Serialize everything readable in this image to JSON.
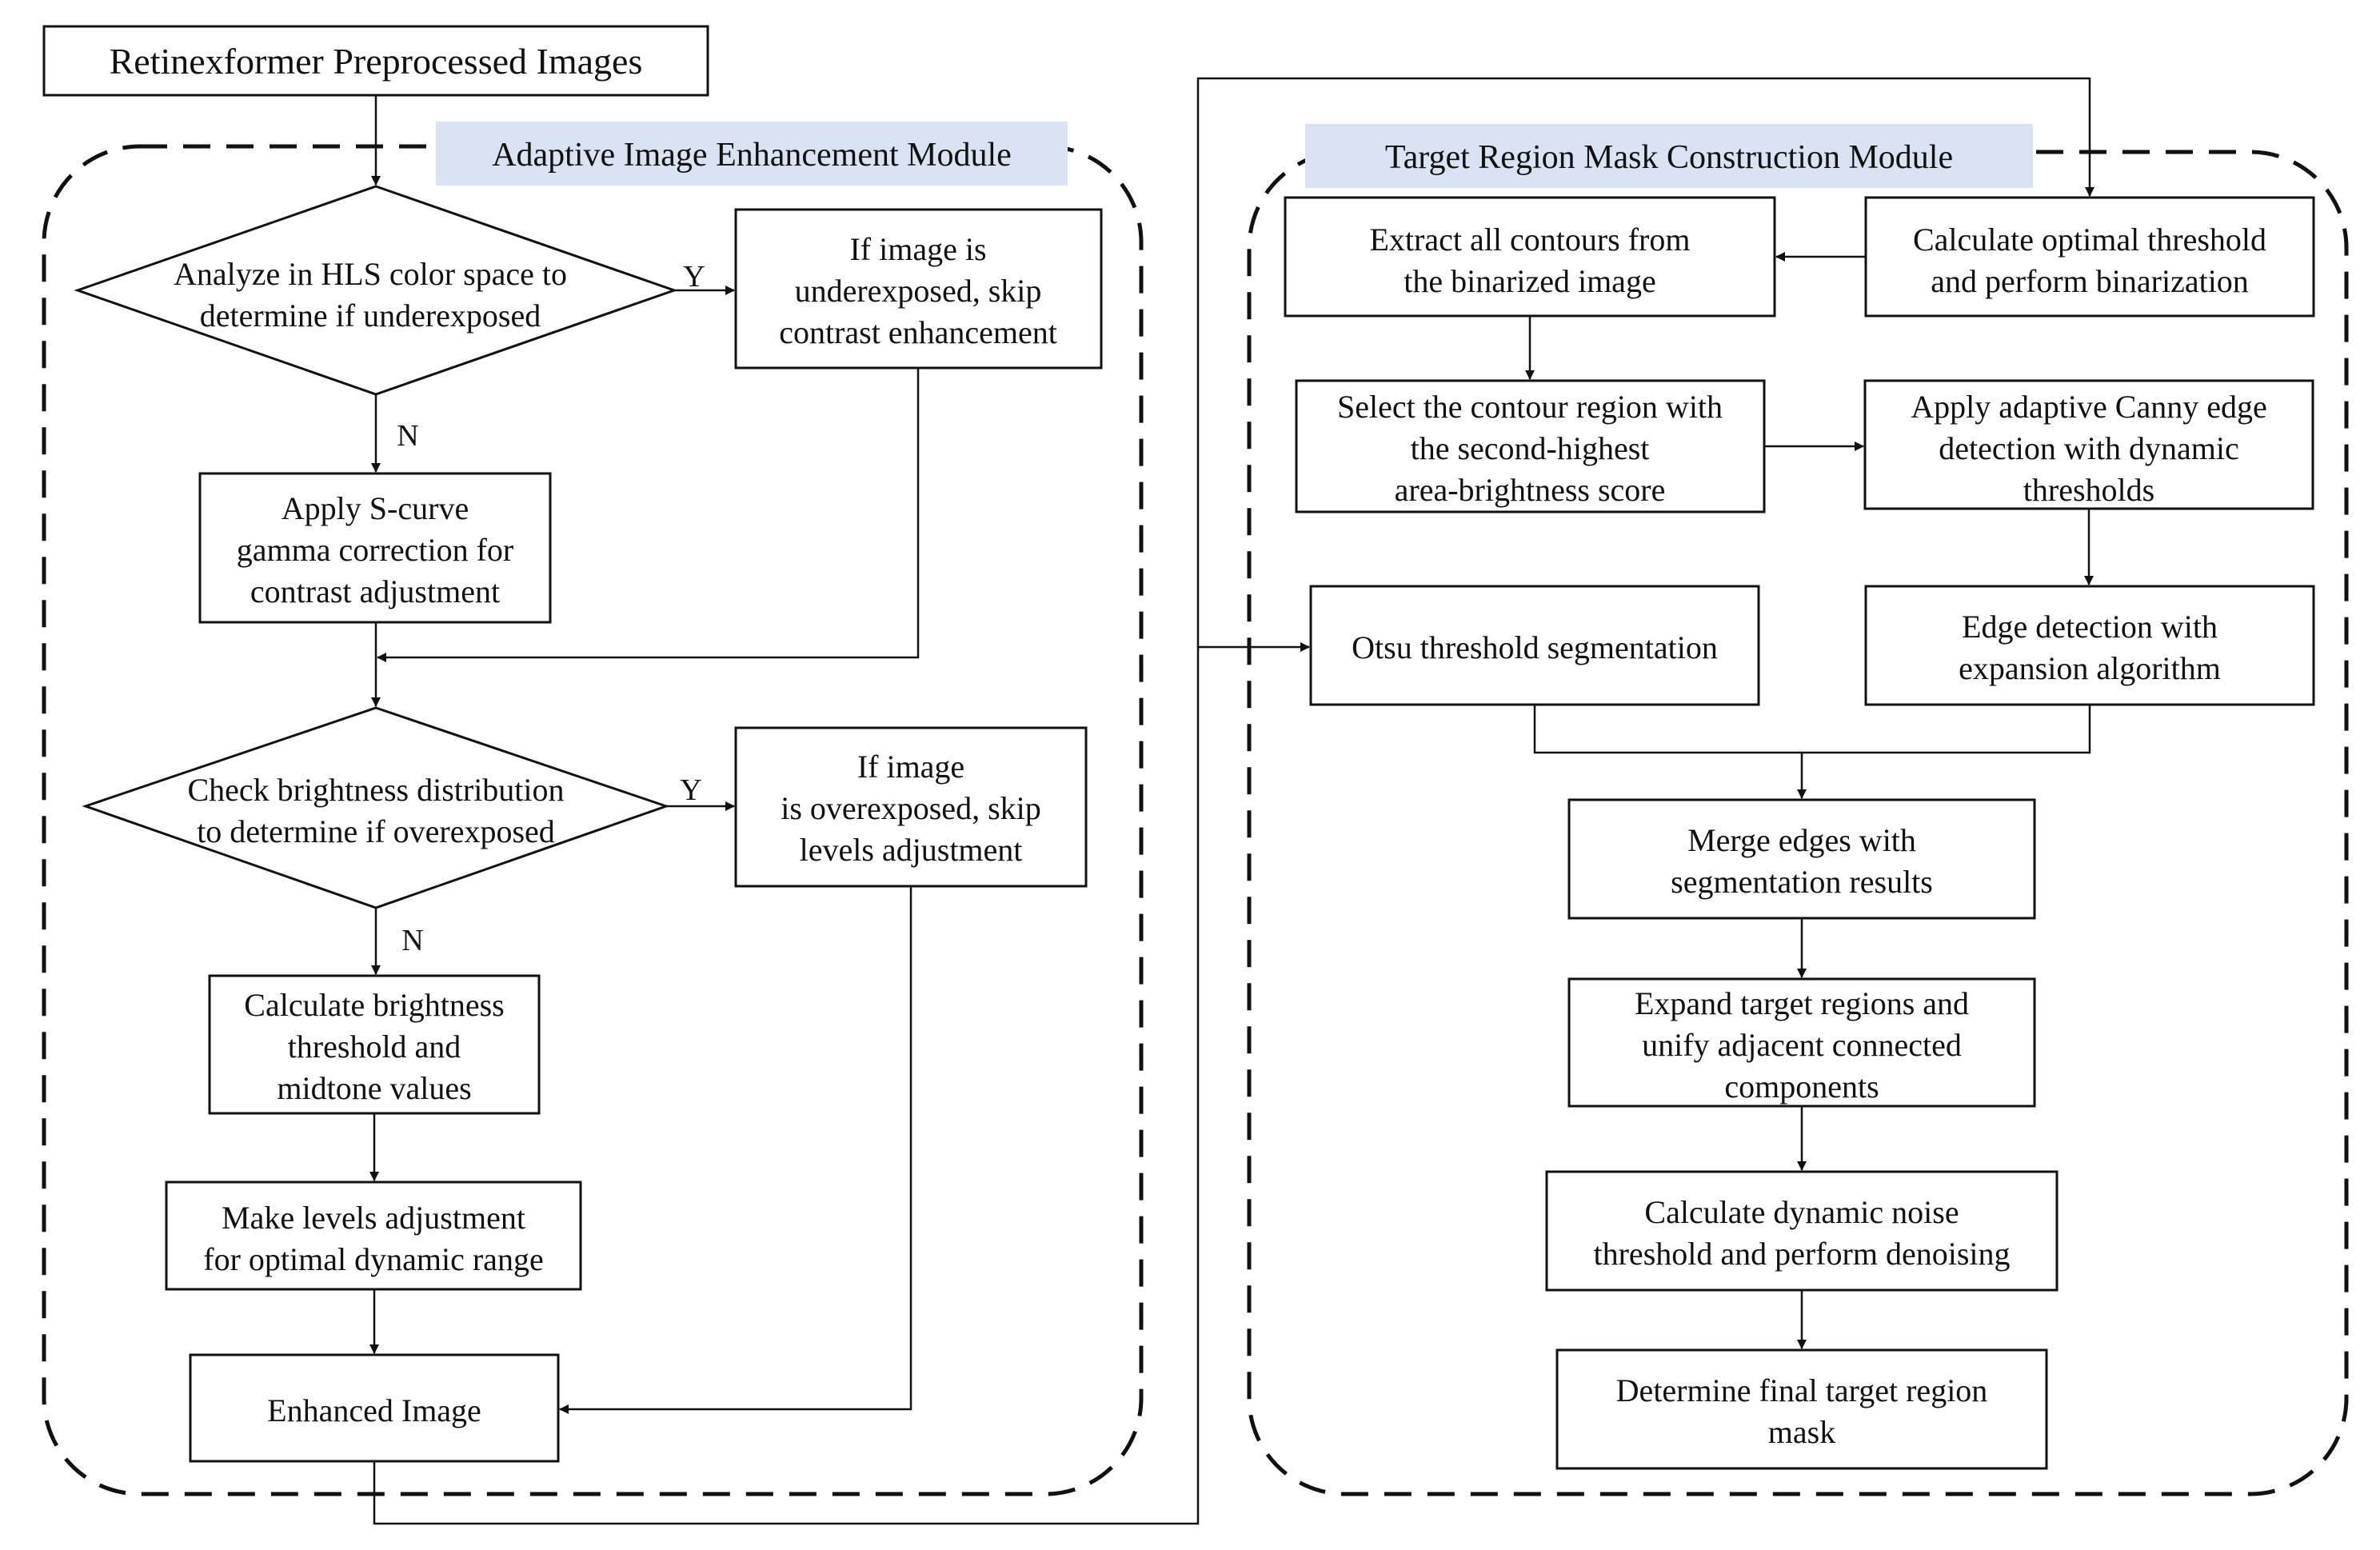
{
  "title": "Retinexformer Preprocessed Images",
  "modules": {
    "left": "Adaptive Image Enhancement Module",
    "right": "Target Region Mask Construction Module"
  },
  "colors": {
    "module_label_bg": "#d9e3f3",
    "stroke": "#111111"
  },
  "left_nodes": {
    "d1": [
      "Analyze in HLS color space to",
      "determine if underexposed"
    ],
    "r1": [
      "If image is",
      "underexposed, skip",
      "contrast enhancement"
    ],
    "p1": [
      "Apply S-curve",
      "gamma correction for",
      "contrast adjustment"
    ],
    "d2": [
      "Check brightness distribution",
      "to determine if overexposed"
    ],
    "r2": [
      "If image",
      "is overexposed, skip",
      "levels adjustment"
    ],
    "p2": [
      "Calculate brightness",
      "threshold and",
      "midtone values"
    ],
    "p3": [
      "Make levels adjustment",
      "for optimal dynamic range"
    ],
    "out": [
      "Enhanced Image"
    ]
  },
  "right_nodes": {
    "extract": [
      "Extract all contours from",
      "the binarized image"
    ],
    "calc_thr": [
      "Calculate optimal threshold",
      "and perform binarization"
    ],
    "select": [
      "Select the contour region with",
      "the second-highest",
      "area-brightness score"
    ],
    "canny": [
      "Apply adaptive Canny edge",
      "detection with dynamic",
      "thresholds"
    ],
    "otsu": [
      "Otsu threshold segmentation"
    ],
    "edge": [
      "Edge detection with",
      "expansion algorithm"
    ],
    "merge": [
      "Merge edges with",
      "segmentation results"
    ],
    "expand": [
      "Expand target regions and",
      "unify adjacent connected",
      "components"
    ],
    "denoise": [
      "Calculate dynamic noise",
      "threshold and perform denoising"
    ],
    "final": [
      "Determine final target region",
      "mask"
    ]
  },
  "branch_labels": {
    "yes": "Y",
    "no": "N"
  }
}
